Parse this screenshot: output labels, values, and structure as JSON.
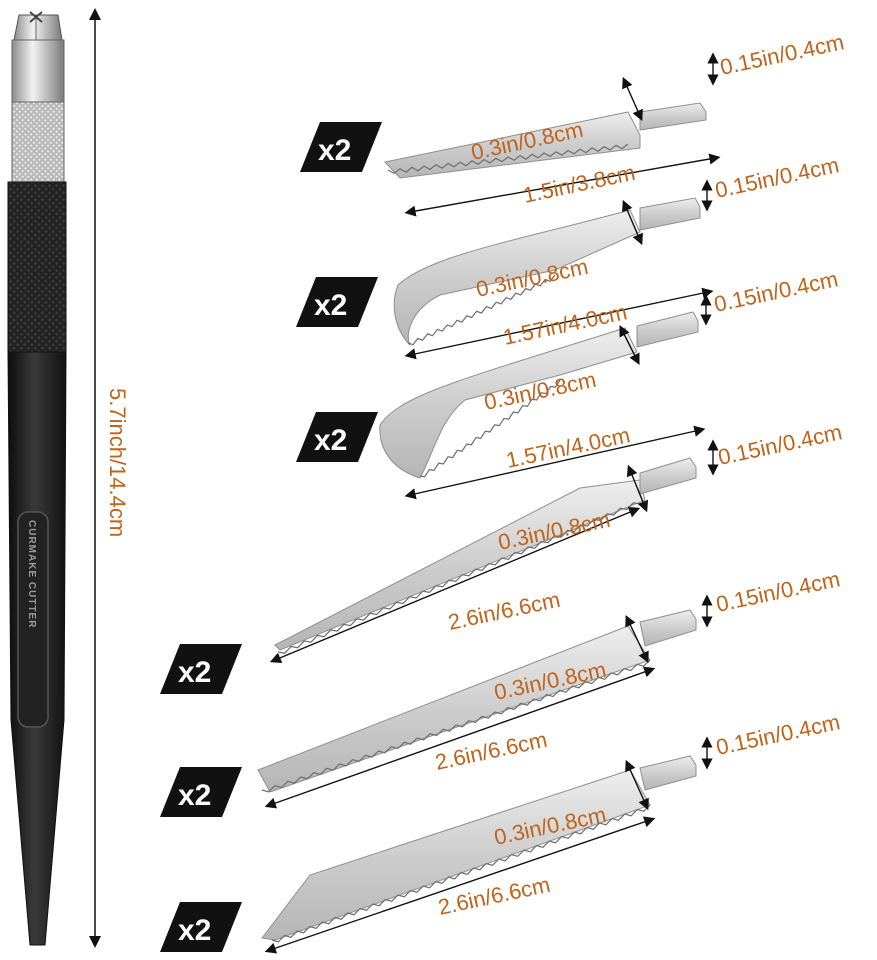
{
  "handle": {
    "length_label": "5.7inch/14.4cm",
    "brand_text": "CURMAKE CUTTER",
    "colors": {
      "body": "#1e1e1e",
      "collar": "#c9c9c9",
      "grip": "#2a2a2a"
    }
  },
  "blades": [
    {
      "quantity": "x2",
      "width_label": "0.3in/0.8cm",
      "length_label": "1.5in/3.8cm",
      "tang_label": "0.15in/0.4cm"
    },
    {
      "quantity": "x2",
      "width_label": "0.3in/0.8cm",
      "length_label": "1.57in/4.0cm",
      "tang_label": "0.15in/0.4cm"
    },
    {
      "quantity": "x2",
      "width_label": "0.3in/0.8cm",
      "length_label": "1.57in/4.0cm",
      "tang_label": "0.15in/0.4cm"
    },
    {
      "quantity": "x2",
      "width_label": "0.3in/0.8cm",
      "length_label": "2.6in/6.6cm",
      "tang_label": "0.15in/0.4cm"
    },
    {
      "quantity": "x2",
      "width_label": "0.3in/0.8cm",
      "length_label": "2.6in/6.6cm",
      "tang_label": "0.15in/0.4cm"
    },
    {
      "quantity": "x2",
      "width_label": "0.3in/0.8cm",
      "length_label": "2.6in/6.6cm",
      "tang_label": "0.15in/0.4cm"
    }
  ],
  "colors": {
    "label": "#c0631b",
    "badge": "#111111",
    "steel": "#cfcfcf",
    "steel_edge": "#9a9a9a"
  }
}
